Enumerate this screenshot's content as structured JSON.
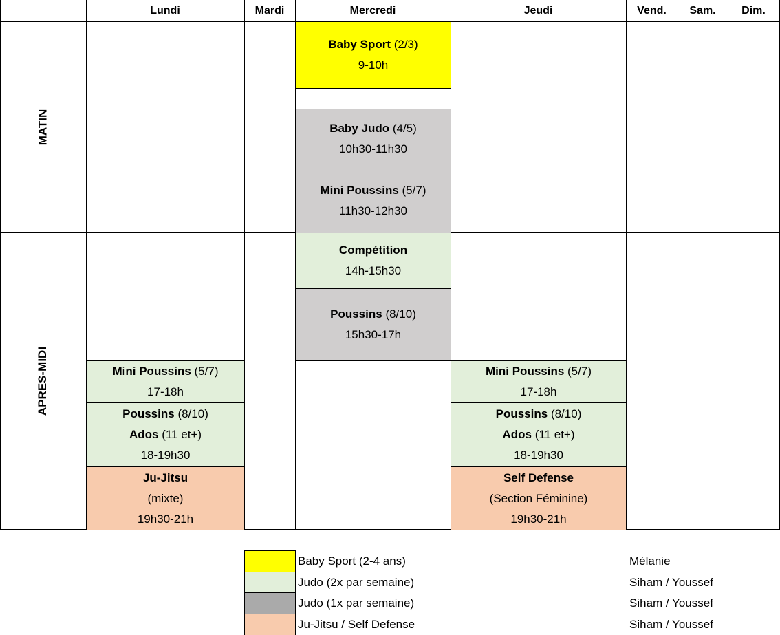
{
  "days": [
    "Lundi",
    "Mardi",
    "Mercredi",
    "Jeudi",
    "Vend.",
    "Sam.",
    "Dim."
  ],
  "periods": [
    "MATIN",
    "APRES-MIDI"
  ],
  "colors": {
    "yellow": "#ffff00",
    "green": "#e2efda",
    "gray": "#d0cece",
    "salmon": "#f8cbad",
    "legend_gray": "#aaaaaa"
  },
  "blocks": [
    {
      "day": "Mercredi",
      "color": "yellow",
      "lines": [
        {
          "bold": "Baby Sport",
          "normal": " (2/3)"
        },
        {
          "bold": "",
          "normal": "9-10h"
        }
      ]
    },
    {
      "day": "Mercredi",
      "color": "gray",
      "lines": [
        {
          "bold": "Baby Judo",
          "normal": " (4/5)"
        },
        {
          "bold": "",
          "normal": "10h30-11h30"
        }
      ]
    },
    {
      "day": "Mercredi",
      "color": "gray",
      "lines": [
        {
          "bold": "Mini Poussins",
          "normal": " (5/7)"
        },
        {
          "bold": "",
          "normal": "11h30-12h30"
        }
      ]
    },
    {
      "day": "Mercredi",
      "color": "green",
      "lines": [
        {
          "bold": "Compétition",
          "normal": ""
        },
        {
          "bold": "",
          "normal": "14h-15h30"
        }
      ]
    },
    {
      "day": "Mercredi",
      "color": "gray",
      "lines": [
        {
          "bold": "Poussins",
          "normal": " (8/10)"
        },
        {
          "bold": "",
          "normal": "15h30-17h"
        }
      ]
    },
    {
      "day": "Lundi",
      "color": "green",
      "lines": [
        {
          "bold": "Mini Poussins",
          "normal": " (5/7)"
        },
        {
          "bold": "",
          "normal": "17-18h"
        }
      ]
    },
    {
      "day": "Lundi",
      "color": "green",
      "lines": [
        {
          "bold": "Poussins",
          "normal": " (8/10)"
        },
        {
          "bold": "Ados",
          "normal": " (11 et+)"
        },
        {
          "bold": "",
          "normal": "18-19h30"
        }
      ]
    },
    {
      "day": "Lundi",
      "color": "salmon",
      "lines": [
        {
          "bold": "Ju-Jitsu",
          "normal": ""
        },
        {
          "bold": "",
          "normal": "(mixte)"
        },
        {
          "bold": "",
          "normal": "19h30-21h"
        }
      ]
    },
    {
      "day": "Jeudi",
      "color": "green",
      "lines": [
        {
          "bold": "Mini Poussins",
          "normal": " (5/7)"
        },
        {
          "bold": "",
          "normal": "17-18h"
        }
      ]
    },
    {
      "day": "Jeudi",
      "color": "green",
      "lines": [
        {
          "bold": "Poussins",
          "normal": " (8/10)"
        },
        {
          "bold": "Ados",
          "normal": " (11 et+)"
        },
        {
          "bold": "",
          "normal": "18-19h30"
        }
      ]
    },
    {
      "day": "Jeudi",
      "color": "salmon",
      "lines": [
        {
          "bold": "Self Defense",
          "normal": ""
        },
        {
          "bold": "",
          "normal": "(Section Féminine)"
        },
        {
          "bold": "",
          "normal": "19h30-21h"
        }
      ]
    }
  ],
  "legend": [
    {
      "color": "yellow",
      "label": "Baby Sport (2-4 ans)",
      "coach": "Mélanie"
    },
    {
      "color": "green",
      "label": "Judo (2x par semaine)",
      "coach": "Siham / Youssef"
    },
    {
      "color": "legend_gray",
      "label": "Judo (1x par semaine)",
      "coach": "Siham / Youssef"
    },
    {
      "color": "salmon",
      "label": "Ju-Jitsu / Self Defense",
      "coach": "Siham / Youssef"
    }
  ]
}
